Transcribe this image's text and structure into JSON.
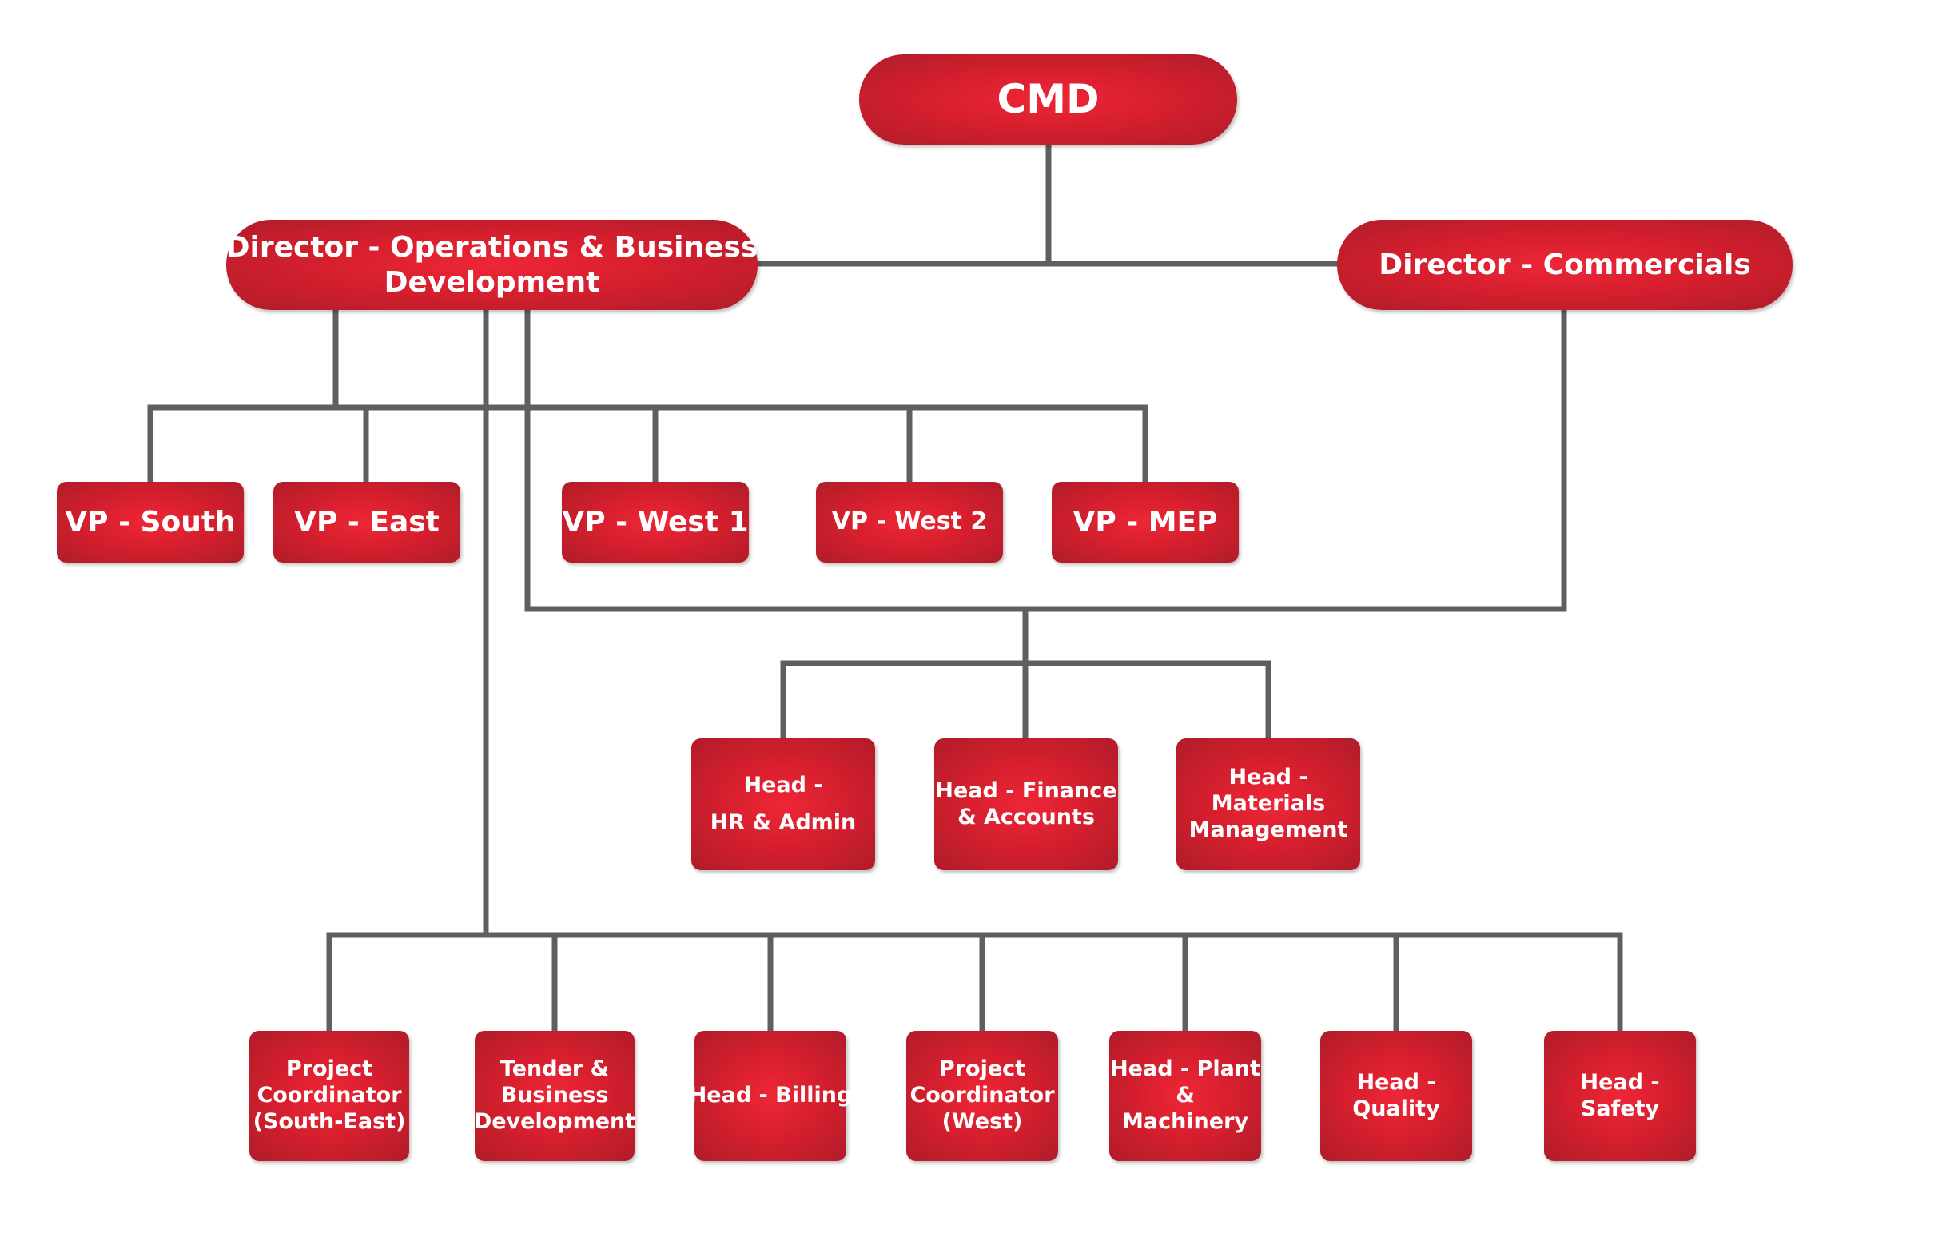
{
  "chart": {
    "line_color": "#5f5f5f",
    "box_color": "#d61f2e",
    "cmd": "CMD",
    "director_ops": {
      "line1": "Director - Operations & Business",
      "line2": "Development"
    },
    "director_commercials": "Director - Commercials",
    "vps": {
      "south": "VP - South",
      "east": "VP - East",
      "west1": "VP - West 1",
      "west2": "VP - West 2",
      "mep": "VP - MEP"
    },
    "heads_mid": {
      "hr": {
        "line1": "Head -",
        "line2": "HR & Admin"
      },
      "finance": {
        "line1": "Head - Finance",
        "line2": "& Accounts"
      },
      "materials": {
        "line1": "Head -",
        "line2": "Materials",
        "line3": "Management"
      }
    },
    "bottom": {
      "pc_south_east": {
        "line1": "Project",
        "line2": "Coordinator",
        "line3": "(South-East)"
      },
      "tender": {
        "line1": "Tender &",
        "line2": "Business",
        "line3": "Development"
      },
      "billing": {
        "line1": "Head - Billing"
      },
      "pc_west": {
        "line1": "Project",
        "line2": "Coordinator",
        "line3": "(West)"
      },
      "plant": {
        "line1": "Head - Plant",
        "line2": "&",
        "line3": "Machinery"
      },
      "quality": {
        "line1": "Head -",
        "line2": "Quality"
      },
      "safety": {
        "line1": "Head -",
        "line2": "Safety"
      }
    }
  }
}
